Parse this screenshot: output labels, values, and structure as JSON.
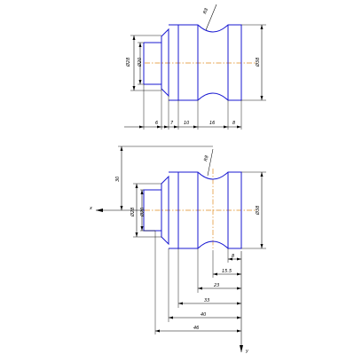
{
  "colors": {
    "outline": "#1a1ad2",
    "centerline": "#e08a1e",
    "dimension": "#000000",
    "background": "#ffffff"
  },
  "top_view": {
    "radius_label": "R8",
    "left_diameter_label": "Ø28",
    "inner_diameter_label": "Ø20",
    "right_diameter_label": "Ø38",
    "bottom_dims": [
      "6",
      "7",
      "10",
      "16",
      "8"
    ]
  },
  "bottom_view": {
    "radius_label": "R8",
    "height_label": "30",
    "left_diameter_label": "Ø28",
    "inner_diameter_label": "Ø20",
    "right_diameter_label": "Ø38",
    "axis_x": "x",
    "axis_y": "y",
    "chain_dims": [
      "8",
      "15.5",
      "23",
      "33",
      "40",
      "46"
    ]
  }
}
